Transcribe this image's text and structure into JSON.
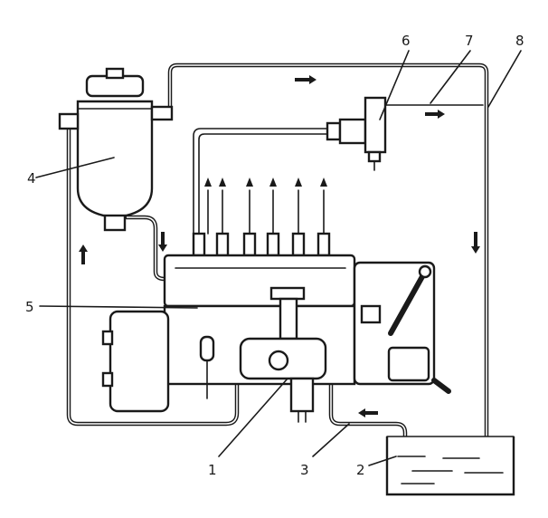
{
  "labels": {
    "filter": "4",
    "pump": "5",
    "overflow_valve": "1",
    "tank": "2",
    "return_line": "3",
    "injector": "6",
    "injector_leak_line": "7",
    "drain_line": "8"
  }
}
